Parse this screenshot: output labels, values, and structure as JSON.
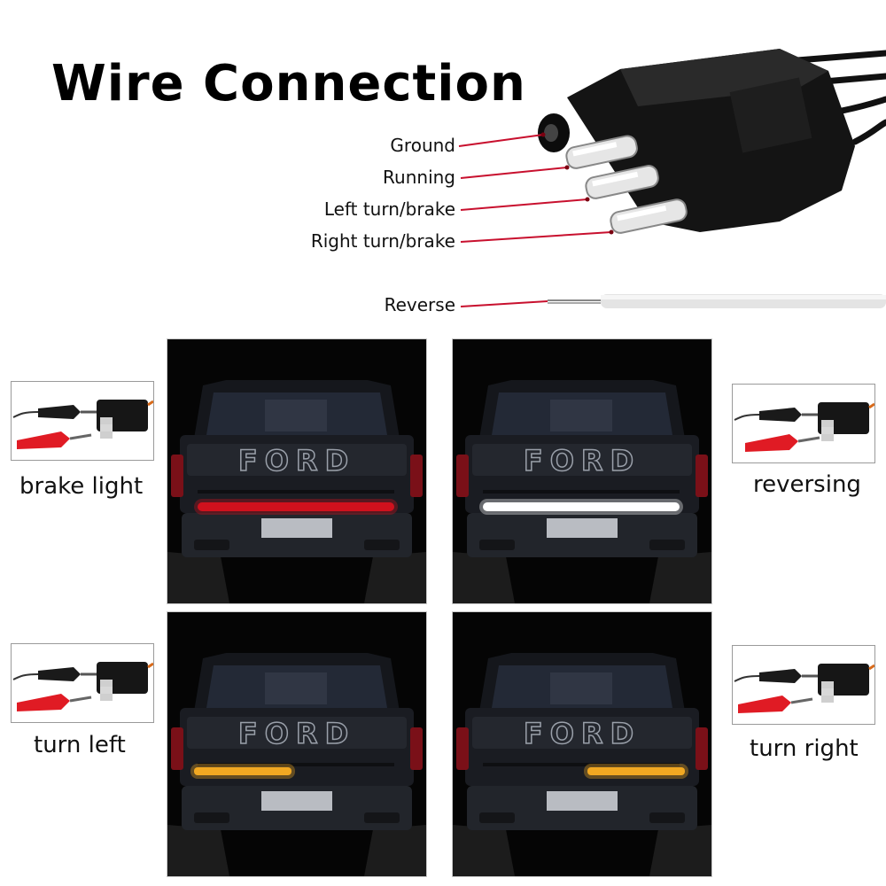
{
  "title": "Wire Connection",
  "wires": [
    {
      "label": "Ground"
    },
    {
      "label": "Running"
    },
    {
      "label": "Left turn/brake"
    },
    {
      "label": "Right turn/brake"
    },
    {
      "label": "Reverse"
    }
  ],
  "modes": [
    {
      "caption": "brake light",
      "light_color": "#d0121e"
    },
    {
      "caption": "reversing",
      "light_color": "#ffffff"
    },
    {
      "caption": "turn left",
      "light_color": "#f2a822"
    },
    {
      "caption": "turn right",
      "light_color": "#f2a822"
    }
  ],
  "vehicle": {
    "tailgate_text": "FORD"
  },
  "colors": {
    "pointer_line": "#c8102e",
    "clip_red": "#e01b24",
    "clip_black": "#1a1a1a"
  }
}
